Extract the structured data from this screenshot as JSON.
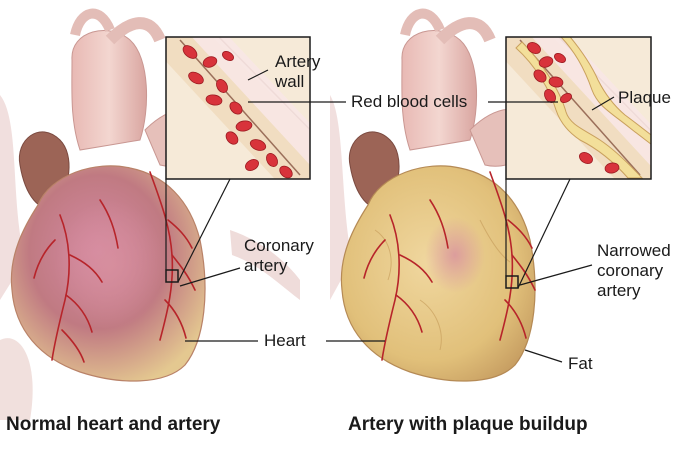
{
  "labels": {
    "artery_wall": "Artery\nwall",
    "red_blood_cells": "Red blood cells",
    "plaque": "Plaque",
    "coronary_artery": "Coronary\nartery",
    "narrowed_coronary_artery": "Narrowed\ncoronary\nartery",
    "heart": "Heart",
    "fat": "Fat"
  },
  "captions": {
    "left": "Normal heart and artery",
    "right": "Artery with plaque buildup"
  },
  "colors": {
    "heart_pink": "#d88a96",
    "heart_fat": "#e9d49a",
    "artery_red": "#b7242a",
    "plaque_yellow": "#f3df9a",
    "blood_cell": "#d8333b",
    "background_tissue": "#f4e4e2"
  }
}
